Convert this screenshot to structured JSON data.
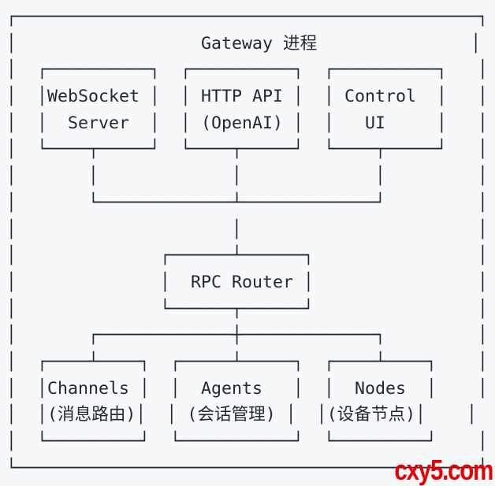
{
  "colors": {
    "background": "#f6f8fa",
    "ink": "#24292f",
    "watermark_red": "#e60000"
  },
  "diagram": {
    "type": "ascii-architecture-diagram",
    "title": "Gateway 进程",
    "nodes": [
      {
        "id": "gateway",
        "label": "Gateway 进程"
      },
      {
        "id": "websocket-server",
        "label": "WebSocket Server"
      },
      {
        "id": "http-api",
        "label": "HTTP API (OpenAI)"
      },
      {
        "id": "control-ui",
        "label": "Control UI"
      },
      {
        "id": "rpc-router",
        "label": "RPC Router"
      },
      {
        "id": "channels",
        "label": "Channels",
        "sublabel": "(消息路由)"
      },
      {
        "id": "agents",
        "label": "Agents",
        "sublabel": "(会话管理)"
      },
      {
        "id": "nodes",
        "label": "Nodes",
        "sublabel": "(设备节点)"
      }
    ],
    "edges": [
      {
        "from": "websocket-server",
        "to": "rpc-router"
      },
      {
        "from": "http-api",
        "to": "rpc-router"
      },
      {
        "from": "control-ui",
        "to": "rpc-router"
      },
      {
        "from": "rpc-router",
        "to": "channels"
      },
      {
        "from": "rpc-router",
        "to": "agents"
      },
      {
        "from": "rpc-router",
        "to": "nodes"
      }
    ],
    "lines": [
      "┌─────────────────────────────────────────────┐",
      "│                  Gateway 进程               │",
      "│  ┌──────────┐  ┌──────────┐  ┌──────────┐   │",
      "│  │WebSocket │  │ HTTP API │  │ Control  │   │",
      "│  │  Server  │  │ (OpenAI) │  │   UI     │   │",
      "│  └────┬─────┘  └────┬─────┘  └────┬─────┘   │",
      "│       │             │             │         │",
      "│       └─────────────┴─────────────┘         │",
      "│                     │                       │",
      "│              ┌──────┴──────┐                │",
      "│              │  RPC Router │                │",
      "│              └──────┬──────┘                │",
      "│       ┌─────────────┼─────────────┐         │",
      "│  ┌────┴────┐  ┌─────┴─────┐  ┌────┴────┐    │",
      "│  │Channels │  │  Agents   │  │  Nodes  │    │",
      "│  │(消息路由)│  │ (会话管理) │  │(设备节点)│    │",
      "│  └─────────┘  └───────────┘  └─────────┘    │",
      "└─────────────────────────────────────────────┘"
    ]
  },
  "watermark": {
    "text": "cxy5.com",
    "color": "#e60000"
  }
}
